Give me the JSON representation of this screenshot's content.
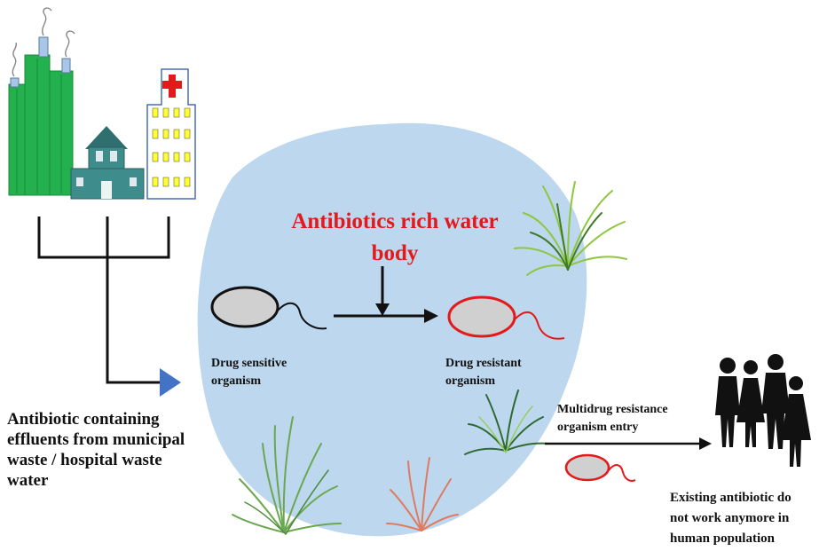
{
  "labels": {
    "title_line1": "Antibiotics rich water",
    "title_line2": "body",
    "sensitive_line1": "Drug sensitive",
    "sensitive_line2": "organism",
    "resistant_line1": "Drug resistant",
    "resistant_line2": "organism",
    "mdr_line1": "Multidrug resistance",
    "mdr_line2": "organism entry",
    "effluent_line1": "Antibiotic containing",
    "effluent_line2": "effluents from municipal",
    "effluent_line3": "waste / hospital waste",
    "effluent_line4": "water",
    "existing_line1": "Existing antibiotic do",
    "existing_line2": "not work anymore in",
    "existing_line3": "human population"
  },
  "colors": {
    "water_body": "#bdd7ee",
    "title_text": "#e3191b",
    "resistant_outline": "#e3191b",
    "organism_fill": "#d0d0d0",
    "factory": "#22b14c",
    "house": "#3e8c8c",
    "hospital_cross": "#e3191b",
    "hospital_windows": "#ffff33",
    "inlet_arrow": "#4472c4"
  },
  "icons": [
    "factory-icon",
    "house-icon",
    "hospital-icon",
    "grass-icon",
    "people-icon",
    "bacterium-icon"
  ]
}
